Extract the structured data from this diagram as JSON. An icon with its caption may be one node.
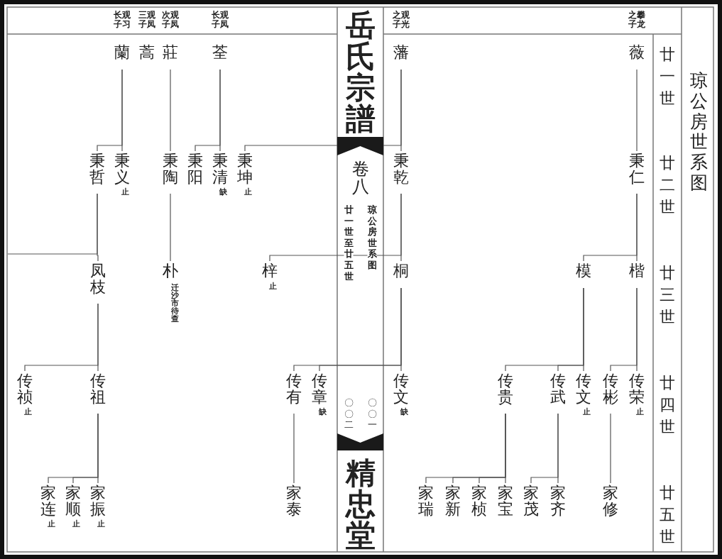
{
  "diagram": {
    "title": "琼公房世系图",
    "nodes": [
      {
        "text": [
          "薇"
        ],
        "beside": [
          "攀龙之子"
        ]
      },
      {
        "text": [
          "藩"
        ],
        "beside": [
          "观光之子"
        ]
      },
      {
        "text": [
          "秉仁"
        ]
      },
      {
        "text": [
          "秉乾"
        ]
      },
      {
        "text": [
          "楷"
        ]
      },
      {
        "text": [
          "模"
        ]
      },
      {
        "text": [
          "桐"
        ]
      },
      {
        "text": [
          "传荣"
        ],
        "beside": [
          "止"
        ]
      },
      {
        "text": [
          "传彬"
        ]
      },
      {
        "text": [
          "传文"
        ],
        "beside": [
          "止"
        ]
      },
      {
        "text": [
          "传武"
        ]
      },
      {
        "text": [
          "传贵"
        ]
      },
      {
        "text": [
          "传文"
        ],
        "beside": [
          "缺"
        ]
      },
      {
        "text": [
          "家修"
        ]
      },
      {
        "text": [
          "家齐"
        ]
      },
      {
        "text": [
          "家茂"
        ]
      },
      {
        "text": [
          "家宝"
        ]
      },
      {
        "text": [
          "家桢"
        ]
      },
      {
        "text": [
          "家新"
        ]
      },
      {
        "text": [
          "家瑞"
        ]
      },
      {
        "text": [
          "荃"
        ],
        "beside": [
          "观凤长子"
        ]
      },
      {
        "text": [
          "莊"
        ],
        "beside": [
          "观凤次子"
        ]
      },
      {
        "text": [
          "蒿"
        ],
        "beside": [
          "观凤三子"
        ]
      },
      {
        "text": [
          "蘭"
        ],
        "beside": [
          "观习长子"
        ]
      },
      {
        "text": [
          "秉坤"
        ],
        "beside": [
          "止"
        ]
      },
      {
        "text": [
          "秉清"
        ],
        "beside": [
          "缺"
        ]
      },
      {
        "text": [
          "秉阳"
        ]
      },
      {
        "text": [
          "秉陶"
        ]
      },
      {
        "text": [
          "秉义"
        ],
        "beside": [
          "止"
        ]
      },
      {
        "text": [
          "秉哲"
        ]
      },
      {
        "text": [
          "梓"
        ],
        "beside": [
          "止"
        ]
      },
      {
        "text": [
          "朴"
        ],
        "beside": [
          "迁沙市待查"
        ]
      },
      {
        "text": [
          "凤枝"
        ]
      },
      {
        "text": [
          "传章"
        ],
        "beside": [
          "缺"
        ]
      },
      {
        "text": [
          "传有"
        ]
      },
      {
        "text": [
          "传祖"
        ]
      },
      {
        "text": [
          "传祯"
        ],
        "beside": [
          "止"
        ]
      },
      {
        "text": [
          "家泰"
        ]
      },
      {
        "text": [
          "家振"
        ],
        "beside": [
          "止"
        ]
      },
      {
        "text": [
          "家顺"
        ],
        "beside": [
          "止"
        ]
      },
      {
        "text": [
          "家连"
        ],
        "beside": [
          "止"
        ]
      }
    ],
    "edges": [
      {
        "from": 0,
        "to": 2,
        "arrow": "none"
      },
      {
        "from": 2,
        "to": 4,
        "arrow": "none"
      },
      {
        "from": 2,
        "to": 5,
        "arrow": "none"
      },
      {
        "from": 4,
        "to": 7,
        "arrow": "none"
      },
      {
        "from": 4,
        "to": 8,
        "arrow": "none"
      },
      {
        "from": 5,
        "to": 9,
        "arrow": "none"
      },
      {
        "from": 5,
        "to": 10,
        "arrow": "none"
      },
      {
        "from": 5,
        "to": 11,
        "arrow": "none"
      },
      {
        "from": 8,
        "to": 13,
        "arrow": "none"
      },
      {
        "from": 10,
        "to": 14,
        "arrow": "none"
      },
      {
        "from": 10,
        "to": 15,
        "arrow": "none"
      },
      {
        "from": 11,
        "to": 16,
        "arrow": "none"
      },
      {
        "from": 11,
        "to": 17,
        "arrow": "none"
      },
      {
        "from": 11,
        "to": 18,
        "arrow": "none"
      },
      {
        "from": 11,
        "to": 19,
        "arrow": "none"
      },
      {
        "from": 1,
        "to": 3,
        "arrow": "none"
      },
      {
        "from": 1,
        "to": 24,
        "arrow": "none"
      },
      {
        "from": 3,
        "to": 6,
        "arrow": "none"
      },
      {
        "from": 3,
        "to": 30,
        "arrow": "none"
      },
      {
        "from": 6,
        "to": 12,
        "arrow": "none"
      },
      {
        "from": 6,
        "to": 33,
        "arrow": "none"
      },
      {
        "from": 6,
        "to": 34,
        "arrow": "none"
      },
      {
        "from": 34,
        "to": 37,
        "arrow": "none"
      },
      {
        "from": 20,
        "to": 25,
        "arrow": "none"
      },
      {
        "from": 20,
        "to": 26,
        "arrow": "none"
      },
      {
        "from": 21,
        "to": 27,
        "arrow": "none"
      },
      {
        "from": 23,
        "to": 28,
        "arrow": "none"
      },
      {
        "from": 23,
        "to": 29,
        "arrow": "none"
      },
      {
        "from": 27,
        "to": 31,
        "arrow": "none"
      },
      {
        "from": 29,
        "to": 32,
        "arrow": "none"
      },
      {
        "from": 29,
        "to": null,
        "arrow": "none"
      },
      {
        "from": 32,
        "to": 35,
        "arrow": "none"
      },
      {
        "from": 32,
        "to": 36,
        "arrow": "none"
      },
      {
        "from": 35,
        "to": 38,
        "arrow": "none"
      },
      {
        "from": 35,
        "to": 39,
        "arrow": "none"
      },
      {
        "from": 35,
        "to": 40,
        "arrow": "none"
      }
    ],
    "labels": [
      "廿一世",
      "廿二世",
      "廿三世",
      "廿四世",
      "廿五世",
      "岳氏宗譜",
      "卷八",
      "琼公房世系图",
      "廿一世至廿五世",
      "〇〇一",
      "〇〇二",
      "精忠堂"
    ]
  }
}
